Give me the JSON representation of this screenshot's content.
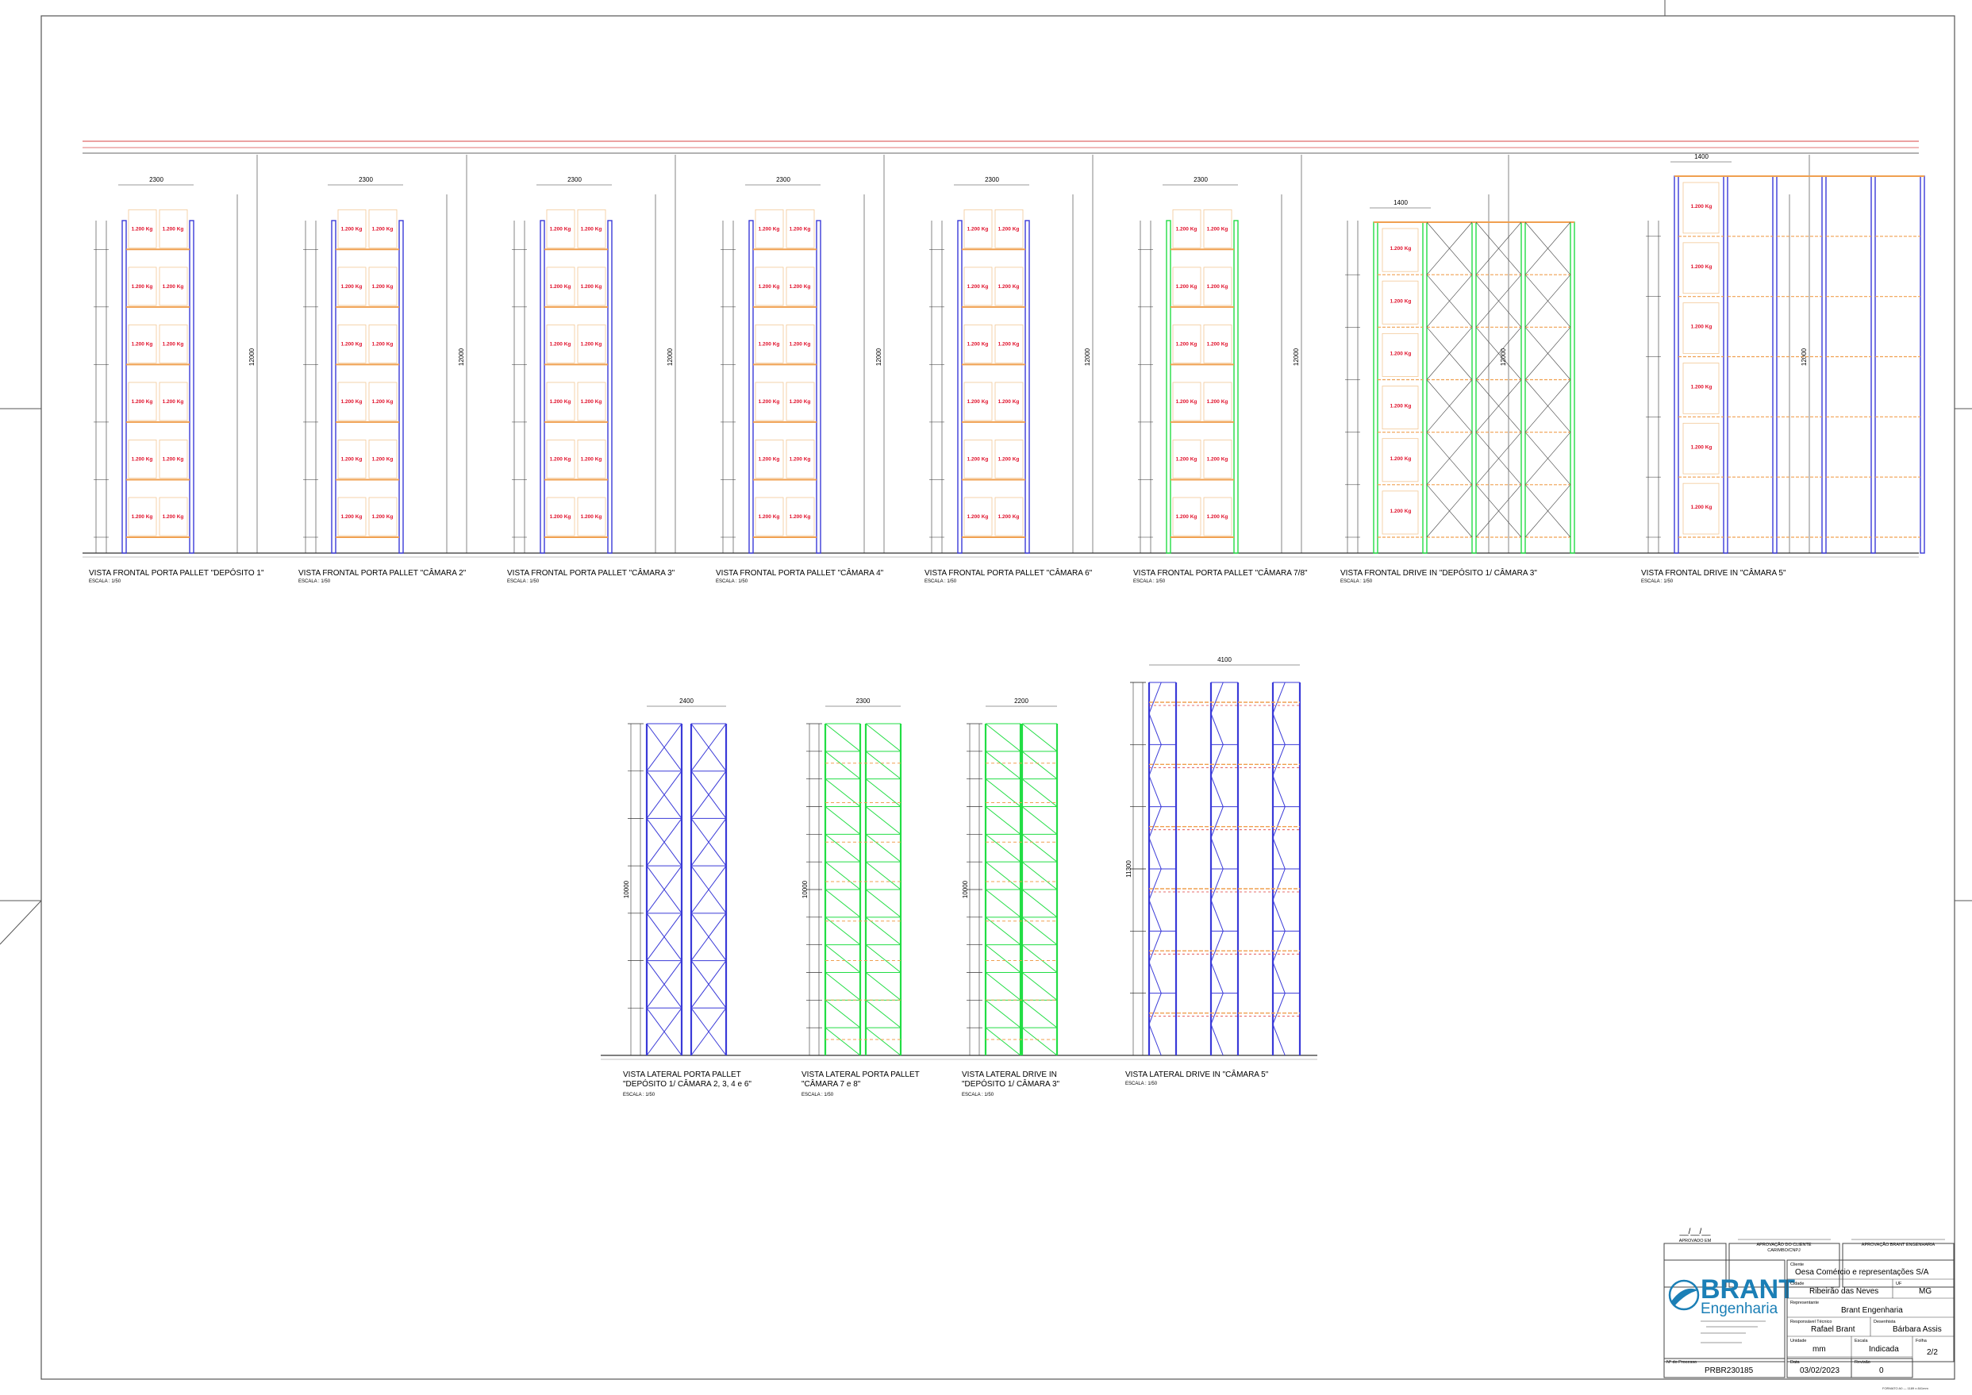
{
  "title_block": {
    "approved_on_label": "APROVADO EM",
    "approved_on_value": "__/__/__",
    "client_approval_label": "APROVAÇÃO DO CLIENTE",
    "client_approval_sub": "CARIMBO/CNPJ",
    "brant_approval_label": "APROVAÇÃO BRANT ENGENHARIA",
    "logo_main": "BRANT",
    "logo_sub": "Engenharia",
    "client_label": "Cliente",
    "client_value": "Oesa Comércio e representações S/A",
    "city_label": "Cidade",
    "city_value": "Ribeirão das Neves",
    "uf_label": "UF",
    "uf_value": "MG",
    "rep_label": "Representante",
    "rep_value": "Brant Engenharia",
    "tech_label": "Responsável Técnico",
    "tech_value": "Rafael Brant",
    "drawer_label": "Desenhista",
    "drawer_value": "Bárbara Assis",
    "unit_label": "Unidade",
    "unit_value": "mm",
    "scale_label": "Escala",
    "scale_value": "Indicada",
    "sheet_label": "Folha",
    "sheet_value": "2/2",
    "date_label": "Data",
    "date_value": "03/02/2023",
    "rev_label": "Revisão",
    "rev_value": "0",
    "process_label": "Nº do Processo",
    "process_value": "PRBR230185",
    "format": "FORMATO A0 — 1189 x 841mm"
  },
  "views_top": [
    {
      "title": "VISTA FRONTAL PORTA PALLET \"DEPÓSITO 1\"",
      "scale": "ESCALA : 1/50",
      "width": "2300",
      "load": "1.200 Kg",
      "total": "12000",
      "color": "#3a3ad8"
    },
    {
      "title": "VISTA FRONTAL PORTA PALLET \"CÂMARA 2\"",
      "scale": "ESCALA : 1/50",
      "width": "2300",
      "load": "1.200 Kg",
      "total": "12000",
      "color": "#3a3ad8"
    },
    {
      "title": "VISTA FRONTAL PORTA PALLET \"CÂMARA 3\"",
      "scale": "ESCALA : 1/50",
      "width": "2300",
      "load": "1.200 Kg",
      "total": "12000",
      "color": "#3a3ad8"
    },
    {
      "title": "VISTA FRONTAL PORTA PALLET \"CÂMARA 4\"",
      "scale": "ESCALA : 1/50",
      "width": "2300",
      "load": "1.200 Kg",
      "total": "12000",
      "color": "#3a3ad8"
    },
    {
      "title": "VISTA FRONTAL PORTA PALLET \"CÂMARA 6\"",
      "scale": "ESCALA : 1/50",
      "width": "2300",
      "load": "1.200 Kg",
      "total": "12000",
      "color": "#3a3ad8"
    },
    {
      "title": "VISTA FRONTAL PORTA PALLET \"CÂMARA 7/8\"",
      "scale": "ESCALA : 1/50",
      "width": "2300",
      "load": "1.200 Kg",
      "total": "12000",
      "color": "#22dd44"
    },
    {
      "title": "VISTA FRONTAL DRIVE IN \"DEPÓSITO 1/ CÂMARA 3\"",
      "scale": "ESCALA : 1/50",
      "width": "1400",
      "load": "1.200 Kg",
      "total": "12000",
      "color": "#22dd44"
    },
    {
      "title": "VISTA FRONTAL DRIVE IN \"CÂMARA 5\"",
      "scale": "ESCALA : 1/50",
      "width": "1400",
      "load": "1.200 Kg",
      "total": "12000",
      "color": "#3a3ad8"
    }
  ],
  "views_bottom": [
    {
      "title1": "VISTA LATERAL PORTA PALLET",
      "title2": "\"DEPÓSITO 1/ CÂMARA 2, 3, 4 e 6\"",
      "scale": "ESCALA : 1/50",
      "width": "2400",
      "height": "10000",
      "color": "#3a3ad8"
    },
    {
      "title1": "VISTA LATERAL PORTA PALLET",
      "title2": "\"CÂMARA 7 e 8\"",
      "scale": "ESCALA : 1/50",
      "width": "2300",
      "height": "10000",
      "color": "#22dd44"
    },
    {
      "title1": "VISTA LATERAL DRIVE IN",
      "title2": "\"DEPÓSITO 1/ CÂMARA 3\"",
      "scale": "ESCALA : 1/50",
      "width": "2200",
      "height": "10000",
      "color": "#22dd44"
    },
    {
      "title1": "VISTA LATERAL DRIVE IN \"CÂMARA 5\"",
      "title2": "",
      "scale": "ESCALA : 1/50",
      "width": "4100",
      "height": "11300",
      "color": "#3a3ad8"
    }
  ]
}
